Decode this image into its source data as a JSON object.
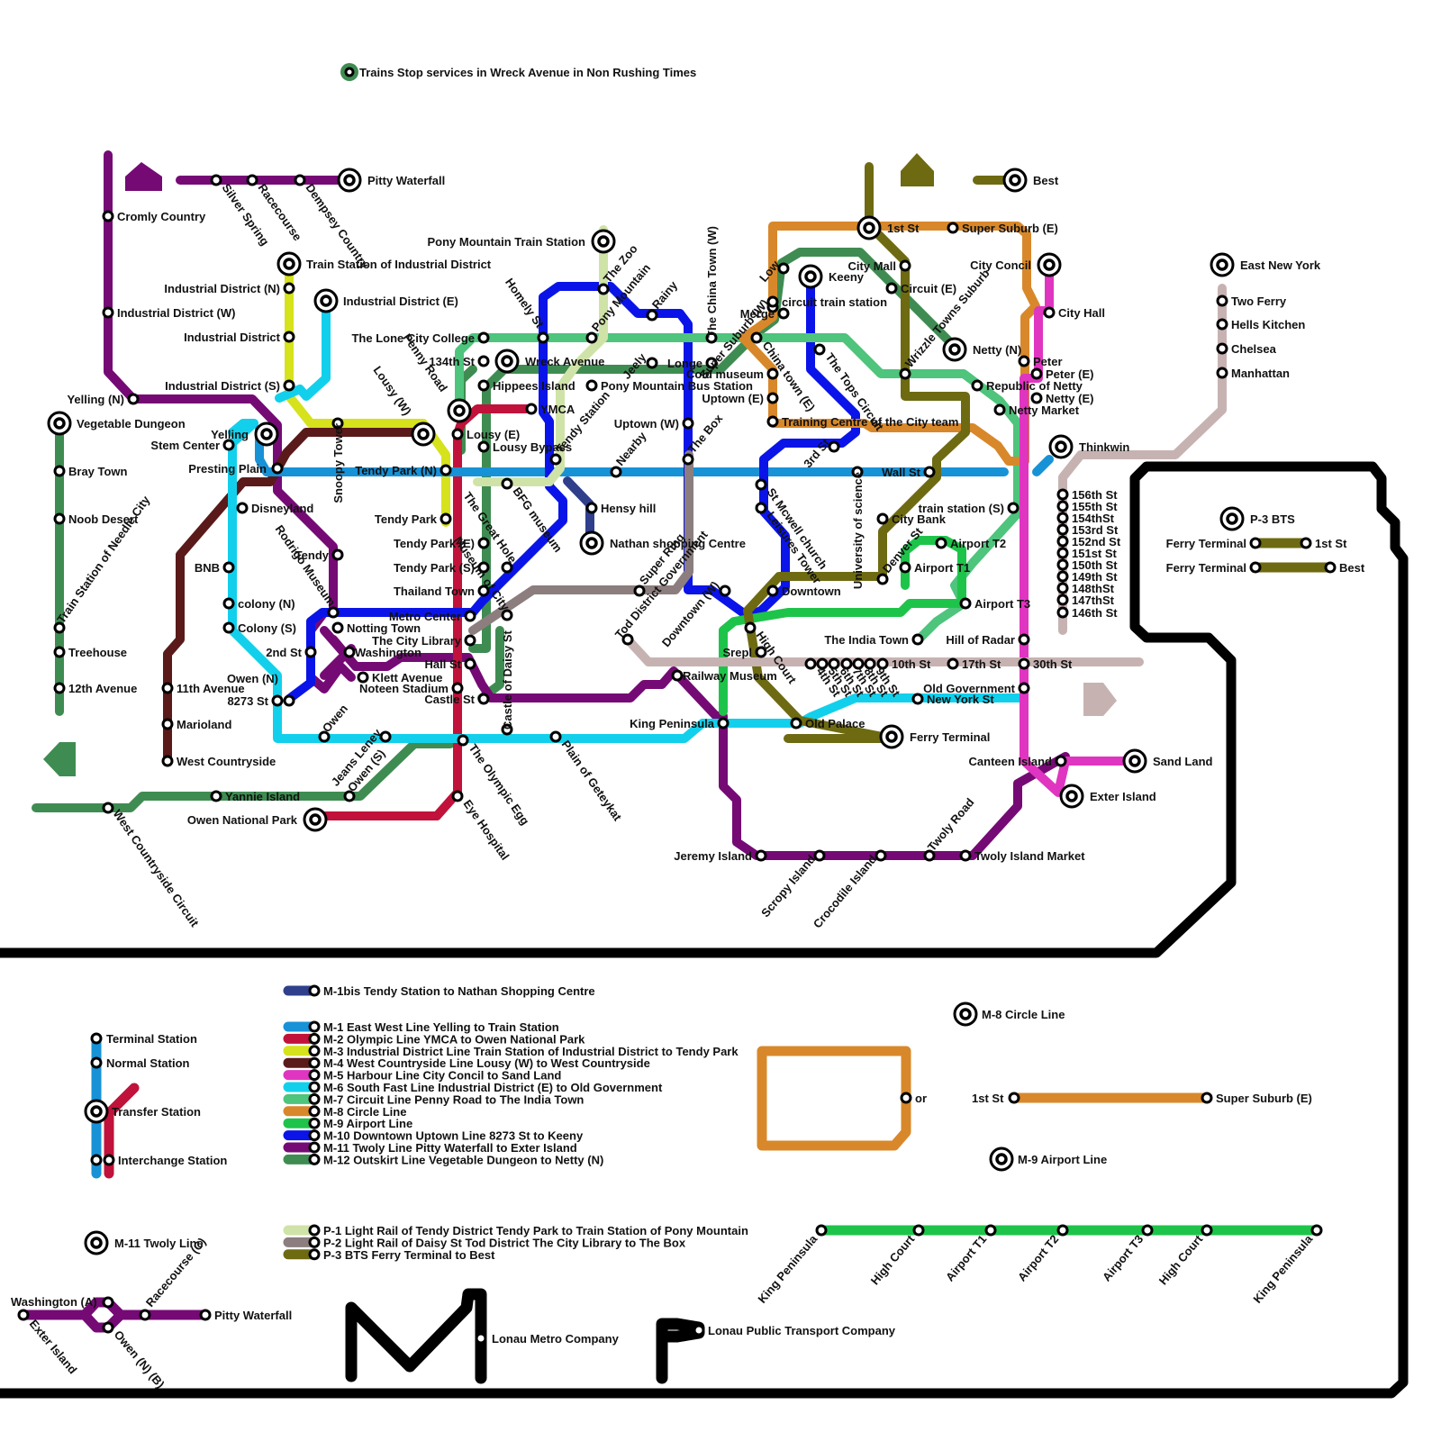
{
  "colors": {
    "m1": "#1892d6",
    "m1bis": "#2f3f8c",
    "m2": "#c0123a",
    "m3": "#d6e21c",
    "m4": "#5a1a1a",
    "m5": "#e035c0",
    "m6": "#12d0ec",
    "m7": "#4ec47c",
    "m8": "#d8882a",
    "m9": "#1ec44a",
    "m10": "#0a14e8",
    "m11": "#750a75",
    "m12": "#3f8c52",
    "p1": "#cfe3a8",
    "p2": "#8c7e7e",
    "p3": "#6e6a12",
    "pink_grey": "#c7b2b2",
    "border": "#000000"
  },
  "note": "Trains Stop services in Wreck Avenue in Non Rushing Times",
  "lines": [
    {
      "color": "m11",
      "stations": [
        "Pitty Waterfall",
        "Silver Spring",
        "Racecourse",
        "Dempsey Country",
        "Cromly Country",
        "Industrial District (W)",
        "Yelling (N)",
        "Tendy",
        "Metro Center",
        "2nd St",
        "Owen (N)",
        "Washington",
        "Klett Avenue",
        "Hall St",
        "Castle St",
        "Railway Museum",
        "King Peninsula",
        "Jeremy Island",
        "Scropy Island",
        "Crocodile Island",
        "Twoly Road",
        "Twoly Island Market",
        "Canteen Island",
        "Exter Island"
      ]
    },
    {
      "color": "m12",
      "stations": [
        "Vegetable Dungeon",
        "Bray Town",
        "Noob Desert",
        "Train Station of Needle City",
        "Treehouse",
        "12th Avenue",
        "West Countryside Circuit",
        "Yannie Island",
        "Owen (S)",
        "Jeans Leney",
        "Wreck Avenue",
        "Hippees Island",
        "134th St",
        "Longe",
        "Merge",
        "City Mall",
        "Wrizzle Towns Suburb",
        "Netty (N)"
      ]
    },
    {
      "color": "m2",
      "stations": [
        "YMCA",
        "Penny Road",
        "Lousy (E)",
        "Tendy Park (N)",
        "Tendy Park",
        "Tendy Park (E)",
        "Tendy Park (S)",
        "Thailand Town",
        "Metro Center",
        "The City Library",
        "Hall St",
        "Noteen Stadium",
        "Castle St",
        "The Olympic Egg",
        "Eye Hospital",
        "Owen National Park"
      ]
    },
    {
      "color": "m10",
      "stations": [
        "8273 St",
        "Owen (N)",
        "Metro Center",
        "Thailand Town",
        "Tendy Station",
        "Homely St",
        "The Zoo",
        "Rainy",
        "Uptown (E)",
        "Uptown (W)",
        "The Box",
        "Downtown (W)",
        "High Court",
        "Downtown",
        "Leisures Tower",
        "St Mcwell church",
        "3rd St",
        "The Tops Circuit",
        "Keeny"
      ]
    },
    {
      "color": "m7",
      "stations": [
        "Penny Road",
        "The Lone City College",
        "Homely St",
        "Jeely",
        "China Town (W)",
        "Longe",
        "The Tops Circuit",
        "Wrizzle Towns Suburb",
        "Republic of Netty",
        "Netty Market",
        "Airport T3",
        "Hill of Radar",
        "The India Town"
      ]
    },
    {
      "color": "m8",
      "stations": [
        "1st St",
        "Super Suburb (E)",
        "City Concil",
        "Peter",
        "Wall St",
        "Training Centre of the City team",
        "Uptown (E)",
        "Cold museum",
        "Merge",
        "Super Suburb (W)"
      ]
    },
    {
      "color": "m9",
      "stations": [
        "King Peninsula",
        "Srepl",
        "High Court",
        "Airport T1",
        "Airport T2",
        "Airport T3"
      ]
    },
    {
      "color": "m1",
      "stations": [
        "Yelling",
        "Stem Center",
        "Presting Plain",
        "Tendy Park (N)",
        "Lousy Bypass",
        "Tendy Station",
        "Nearby",
        "The Box",
        "St Mcwell church",
        "University of science",
        "Wall St",
        "Thinkwin"
      ]
    },
    {
      "color": "m6",
      "stations": [
        "Industrial District (E)",
        "Industrial District (S)",
        "Yelling",
        "Disneyland",
        "BNB",
        "colony (N)",
        "Colony (S)",
        "8273 St",
        "Owen",
        "Jeans Leney",
        "Plain of Geteykat",
        "King Peninsula",
        "Old Palace",
        "New York St",
        "Old Government"
      ]
    },
    {
      "color": "m5",
      "stations": [
        "City Concil",
        "City Hall",
        "Peter (E)",
        "Netty (E)",
        "Netty Market",
        "Thinkwin",
        "train station (S)",
        "Hill of Radar",
        "30th St",
        "Old Government",
        "Canteen Island",
        "Sand Land"
      ]
    },
    {
      "color": "m3",
      "stations": [
        "Train Station of Industrial District",
        "Industrial District (N)",
        "Industrial District",
        "Industrial District (S)",
        "Snoopy Tower",
        "Lousy (W)",
        "Tendy Park (N)",
        "Tendy Park"
      ]
    },
    {
      "color": "m4",
      "stations": [
        "Lousy (W)",
        "Snoopy Tower",
        "Stem Center",
        "Disneyland",
        "11th Avenue",
        "Marioland",
        "West Countryside"
      ]
    },
    {
      "color": "p3",
      "stations": [
        "1st St",
        "City Mall",
        "Circuit (E)",
        "Wall St",
        "City Bank",
        "Denver St",
        "Downtown",
        "Old Palace",
        "Ferry Terminal"
      ]
    }
  ],
  "station_labels": [
    "Pitty Waterfall",
    "Silver Spring",
    "Racecourse",
    "Dempsey Country",
    "Cromly Country",
    "Train Station of Industrial District",
    "Industrial District (N)",
    "Industrial District (E)",
    "Industrial District (W)",
    "Industrial District",
    "Industrial District (S)",
    "Yelling (N)",
    "Vegetable Dungeon",
    "Yelling",
    "Stem Center",
    "Presting Plain",
    "Bray Town",
    "Noob Desert",
    "Train Station of Needle City",
    "Treehouse",
    "12th Avenue",
    "Disneyland",
    "BNB",
    "colony (N)",
    "Colony (S)",
    "11th Avenue",
    "Marioland",
    "West Countryside",
    "West Countryside Circuit",
    "Yannie Island",
    "Owen National Park",
    "Eye Hospital",
    "The Olympic Egg",
    "Plain of Geteykat",
    "Owen",
    "Jeans Leney",
    "Owen (S)",
    "8273 St",
    "Owen (N)",
    "2nd St",
    "Washington",
    "Klett Avenue",
    "Notting Town",
    "Rodrigo Museum",
    "Tendy",
    "Snoopy Tower",
    "Lousy (W)",
    "Penny Road",
    "Pony Mountain Train Station",
    "The Zoo",
    "Pony Mountain",
    "Rainy",
    "Homely St",
    "The Lone City College",
    "134th St",
    "Wreck Avenue",
    "Hippees Island",
    "Pony Mountain Bus Station",
    "YMCA",
    "Lousy (E)",
    "Lousy Bypass",
    "Tendy Park (N)",
    "Tendy Station",
    "Nearby",
    "BFG museum",
    "The Great Hole",
    "Tendy Park",
    "Tendy Park (E)",
    "Tendy Park (S)",
    "Thailand Town",
    "Metro Center",
    "The City Library",
    "Hall St",
    "Noteen Stadium",
    "Castle St",
    "Museum of City",
    "Castle of Daisy St",
    "Tod District Government",
    "Super Ring",
    "Hensy hill",
    "Nathan shopping Centre",
    "Jeely",
    "Uptown (W)",
    "The Box",
    "Longe",
    "The China Town (W)",
    "Super Suburb (W)",
    "Low",
    "Merge",
    "circuit train station",
    "Keeny",
    "City Mall",
    "1st St",
    "Super Suburb (E)",
    "Circuit (E)",
    "City Concil",
    "City Hall",
    "China town (E)",
    "Cold museum",
    "Uptown (E)",
    "Training Centre of the City team",
    "The Tops Circuit",
    "3rd St",
    "Wrizzle Towns Suburb",
    "Netty (N)",
    "Peter",
    "Peter (E)",
    "Netty (E)",
    "Republic of Netty",
    "Netty Market",
    "Thinkwin",
    "Wall St",
    "train station (S)",
    "City Bank",
    "University of science",
    "St Mcwell church",
    "Leisures Tower",
    "Downtown",
    "Denver St",
    "Airport T1",
    "Airport T2",
    "Airport T3",
    "Downtown (W)",
    "High Court",
    "Srepl",
    "Railway Museum",
    "The India Town",
    "Hill of Radar",
    "10th St",
    "17th St",
    "30th St",
    "4th St",
    "5th St",
    "6th St",
    "7th St",
    "8th St",
    "9th St",
    "Old Government",
    "New York St",
    "King Peninsula",
    "Old Palace",
    "Ferry Terminal",
    "Canteen Island",
    "Sand Land",
    "Exter Island",
    "Jeremy Island",
    "Scropy Island",
    "Crocodile Island",
    "Twoly Road",
    "Twoly Island Market",
    "East New York",
    "Two Ferry",
    "Hells Kitchen",
    "Chelsea",
    "Manhattan",
    "156th St",
    "155th St",
    "154thSt",
    "153rd St",
    "152nd St",
    "151st St",
    "150th St",
    "149th St",
    "148thSt",
    "147thSt",
    "146th St",
    "P-3 BTS",
    "Ferry Terminal",
    "1st St",
    "Ferry Terminal",
    "Best",
    "Best"
  ],
  "legend": {
    "m1bis": "M-1bis  Tendy Station to Nathan Shopping Centre",
    "lines": [
      {
        "key": "m1",
        "text": "M-1 East West Line  Yelling to Train Station"
      },
      {
        "key": "m2",
        "text": "M-2 Olympic Line  YMCA to Owen National Park"
      },
      {
        "key": "m3",
        "text": "M-3 Industrial District Line  Train Station of Industrial District to Tendy Park"
      },
      {
        "key": "m4",
        "text": "M-4 West Countryside Line  Lousy (W) to West Countryside"
      },
      {
        "key": "m5",
        "text": "M-5 Harbour Line  City Concil to Sand Land"
      },
      {
        "key": "m6",
        "text": "M-6 South Fast Line  Industrial District (E) to Old Government"
      },
      {
        "key": "m7",
        "text": "M-7 Circuit Line  Penny Road to The India Town"
      },
      {
        "key": "m8",
        "text": "M-8 Circle Line"
      },
      {
        "key": "m9",
        "text": "M-9 Airport Line"
      },
      {
        "key": "m10",
        "text": "M-10 Downtown  Uptown Line  8273 St to Keeny"
      },
      {
        "key": "m11",
        "text": "M-11 Twoly Line  Pitty Waterfall to Exter Island"
      },
      {
        "key": "m12",
        "text": "M-12 Outskirt Line Vegetable Dungeon  to Netty (N)"
      }
    ],
    "plines": [
      {
        "key": "p1",
        "text": "P-1 Light Rail of Tendy District  Tendy Park to Train Station of Pony Mountain"
      },
      {
        "key": "p2",
        "text": "P-2 Light Rail of Daisy St  Tod District  The City Library to The Box"
      },
      {
        "key": "p3",
        "text": "P-3 BTS  Ferry Terminal to Best"
      }
    ],
    "symbols": {
      "terminal": "Terminal Station",
      "normal": "Normal Station",
      "transfer": "Transfer Station",
      "interchange": "Interchange Station"
    },
    "m8_title": "M-8 Circle Line",
    "or": "or",
    "m8_from": "1st St",
    "m8_to": "Super Suburb (E)",
    "m9_title": "M-9 Airport Line",
    "m9_stations": [
      "King Peninsula",
      "High Court",
      "Airport T1",
      "Airport T2",
      "Airport T3",
      "High Court",
      "King Peninsula"
    ],
    "m11_title": "M-11 Twoly Line",
    "m11_stations": [
      "Washington (A)",
      "Racecourse (C)",
      "Pitty Waterfall",
      "Exter Island",
      "Owen (N) (B)"
    ],
    "company_metro": "Lonau Metro Company",
    "company_public": "Lonau Public Transport Company"
  }
}
